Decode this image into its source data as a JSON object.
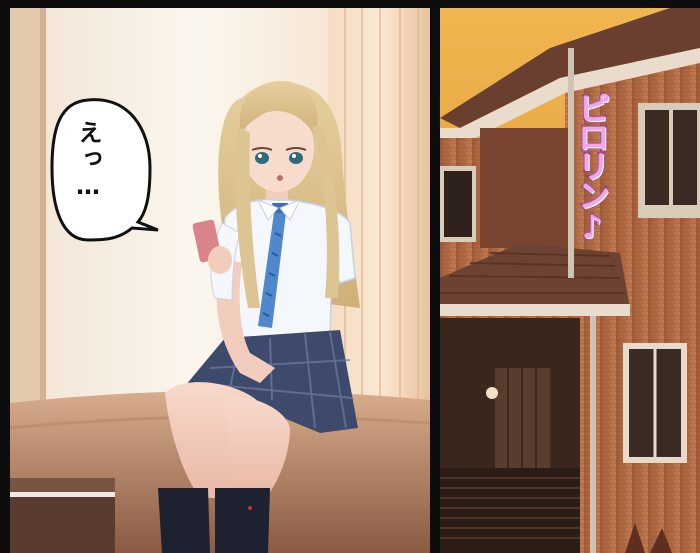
{
  "panels": [
    {
      "id": "panel-left",
      "speech_bubble": {
        "text": "えっ…"
      }
    },
    {
      "id": "panel-right",
      "sound_effect": {
        "text": "ピロリン♪"
      }
    }
  ],
  "colors": {
    "gutter": "#0d0d0d",
    "wall": "#f7efe4",
    "curtain": "#f3d9bf",
    "bed": "#c69577",
    "skirt": "#3d4a6b",
    "tie": "#4f88cc",
    "hair": "#d9c08c",
    "sky_sunset": "#e8a03a",
    "brick": "#b86e45",
    "roof": "#7a4a37",
    "sfx_fill": "#f2a6e8",
    "sfx_stroke": "#8c2d88"
  }
}
